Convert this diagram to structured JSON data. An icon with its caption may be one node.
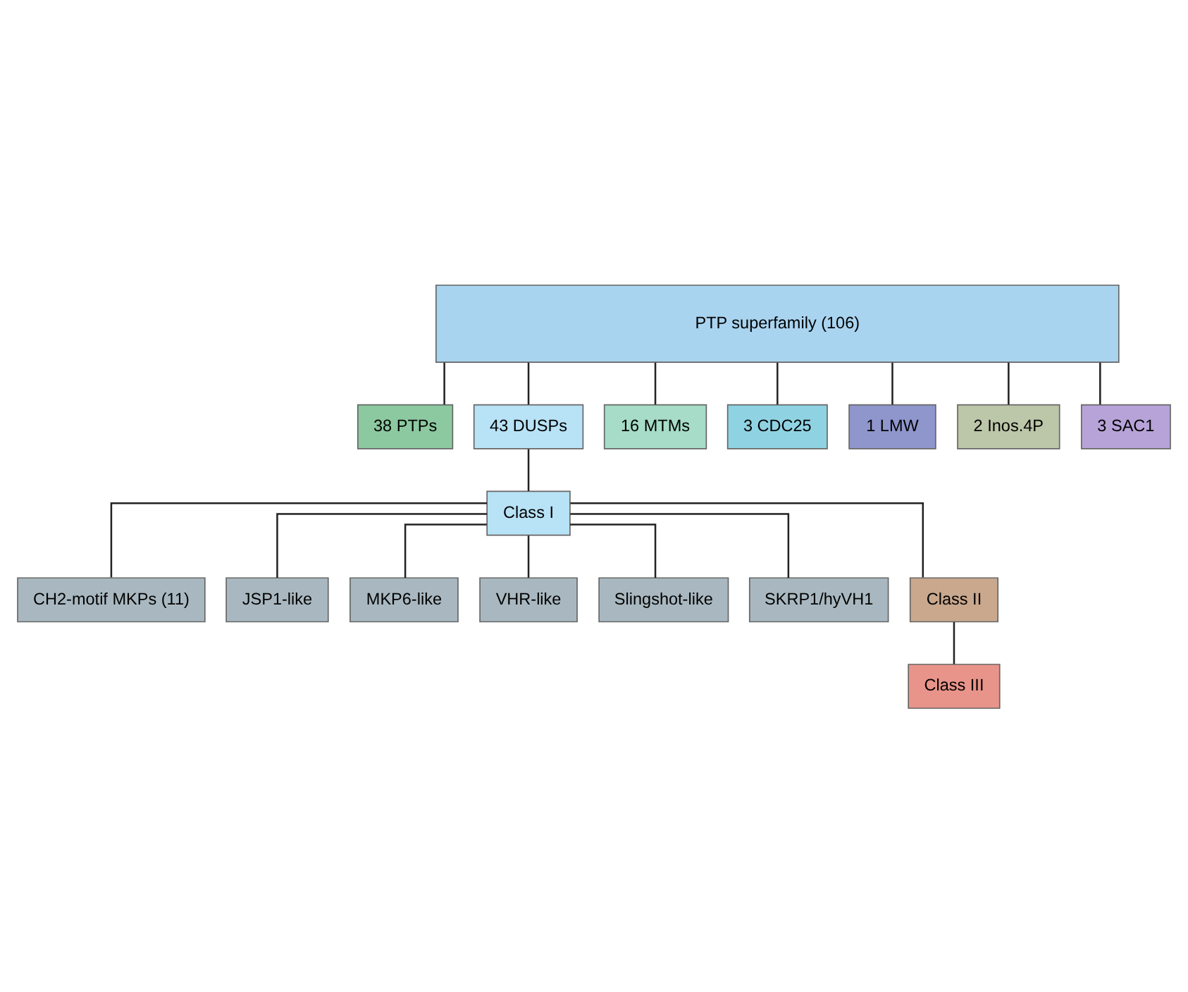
{
  "diagram": {
    "nodes": [
      {
        "text": [
          "PTP superfamily (106)"
        ]
      },
      {
        "text": [
          "38 PTPs"
        ]
      },
      {
        "text": [
          "43 DUSPs"
        ]
      },
      {
        "text": [
          "16 MTMs"
        ]
      },
      {
        "text": [
          "3 CDC25"
        ]
      },
      {
        "text": [
          "1 LMW"
        ]
      },
      {
        "text": [
          "2 Inos.4P"
        ]
      },
      {
        "text": [
          "3 SAC1"
        ]
      },
      {
        "text": [
          "Class I"
        ]
      },
      {
        "text": [
          "CH2-motif MKPs (11)"
        ]
      },
      {
        "text": [
          "JSP1-like"
        ]
      },
      {
        "text": [
          "MKP6-like"
        ]
      },
      {
        "text": [
          "VHR-like"
        ]
      },
      {
        "text": [
          "Slingshot-like"
        ]
      },
      {
        "text": [
          "SKRP1/hyVH1"
        ]
      },
      {
        "text": [
          "Class II"
        ]
      },
      {
        "text": [
          "Class III"
        ]
      }
    ],
    "edges": [
      {
        "from": 0,
        "to": 1,
        "arrow": "none"
      },
      {
        "from": 0,
        "to": 2,
        "arrow": "none"
      },
      {
        "from": 0,
        "to": 3,
        "arrow": "none"
      },
      {
        "from": 0,
        "to": 4,
        "arrow": "none"
      },
      {
        "from": 0,
        "to": 5,
        "arrow": "none"
      },
      {
        "from": 0,
        "to": 6,
        "arrow": "none"
      },
      {
        "from": 0,
        "to": 7,
        "arrow": "none"
      },
      {
        "from": 2,
        "to": 8,
        "arrow": "none"
      },
      {
        "from": 8,
        "to": 9,
        "arrow": "none"
      },
      {
        "from": 8,
        "to": 10,
        "arrow": "none"
      },
      {
        "from": 8,
        "to": 11,
        "arrow": "none"
      },
      {
        "from": 8,
        "to": 12,
        "arrow": "none"
      },
      {
        "from": 8,
        "to": 13,
        "arrow": "none"
      },
      {
        "from": 8,
        "to": 14,
        "arrow": "none"
      },
      {
        "from": 8,
        "to": 15,
        "arrow": "none"
      },
      {
        "from": 15,
        "to": 16,
        "arrow": "none"
      }
    ]
  }
}
